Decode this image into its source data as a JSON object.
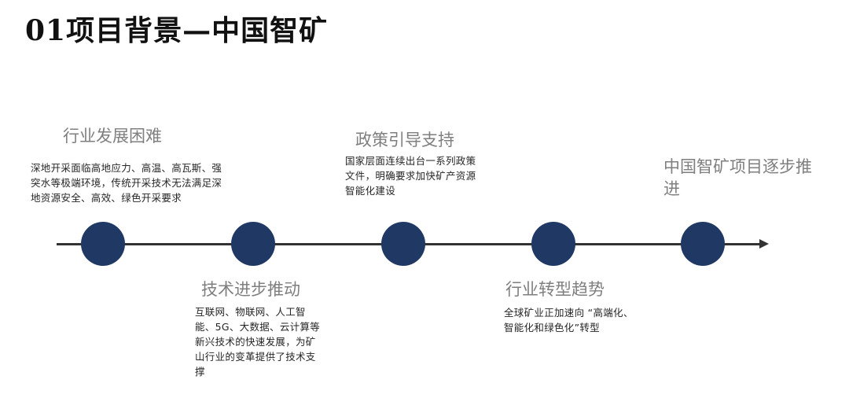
{
  "title": "01项目背景—中国智矿",
  "steps": [
    {
      "title": "行业发展困难",
      "desc": "深地开采面临高地应力、高温、高瓦斯、强突水等极端环境，传统开采技术无法满足深地资源安全、高效、绿色开采要求"
    },
    {
      "title": "技术进步推动",
      "desc": "互联网、物联网、人工智能、5G、大数据、云计算等新兴技术的快速发展，为矿山行业的变革提供了技术支撑"
    },
    {
      "title": "政策引导支持",
      "desc": "国家层面连续出台一系列政策文件，明确要求加快矿产资源智能化建设"
    },
    {
      "title": "行业转型趋势",
      "desc": "全球矿业正加速向 “高端化、智能化和绿色化”转型"
    },
    {
      "title": "中国智矿项目逐步推进"
    }
  ],
  "colors": {
    "node": "#1f3864",
    "line": "#333333",
    "step_title": "#7f7f7f"
  }
}
